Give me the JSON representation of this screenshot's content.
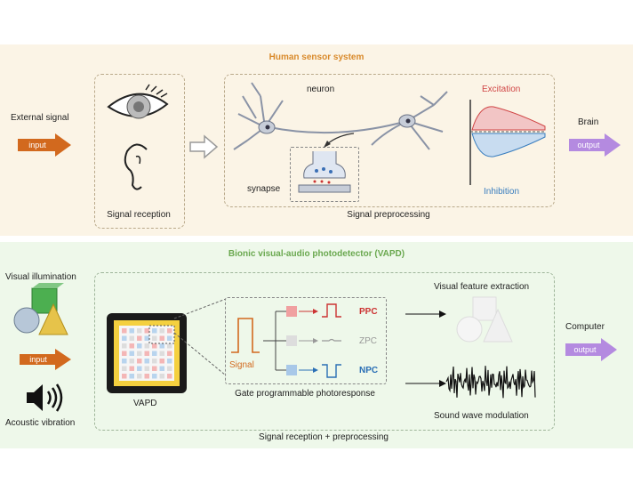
{
  "top": {
    "title": "Human sensor system",
    "external_signal": "External signal",
    "input_label": "input",
    "signal_reception": "Signal reception",
    "neuron": "neuron",
    "synapse": "synapse",
    "signal_preprocessing": "Signal preprocessing",
    "excitation": "Excitation",
    "inhibition": "Inhibition",
    "brain": "Brain",
    "output_label": "output"
  },
  "bottom": {
    "title": "Bionic visual-audio photodetector (VAPD)",
    "visual_illumination": "Visual illumination",
    "input_label": "input",
    "acoustic_vibration": "Acoustic vibration",
    "vapd": "VAPD",
    "signal": "Signal",
    "ppc": "PPC",
    "zpc": "ZPC",
    "npc": "NPC",
    "gate_programmable": "Gate programmable photoresponse",
    "visual_feature": "Visual feature extraction",
    "sound_wave": "Sound wave modulation",
    "computer": "Computer",
    "output_label": "output",
    "reception_preprocessing": "Signal reception + preprocessing"
  },
  "colors": {
    "top_title": "#d98a2b",
    "bottom_title": "#6aa84f",
    "input_arrow": "#d2691e",
    "output_arrow": "#b48ae0",
    "excitation": "#d04545",
    "inhibition": "#3a7ebf",
    "ppc": "#cc3333",
    "zpc": "#999999",
    "npc": "#2a6fb5"
  }
}
